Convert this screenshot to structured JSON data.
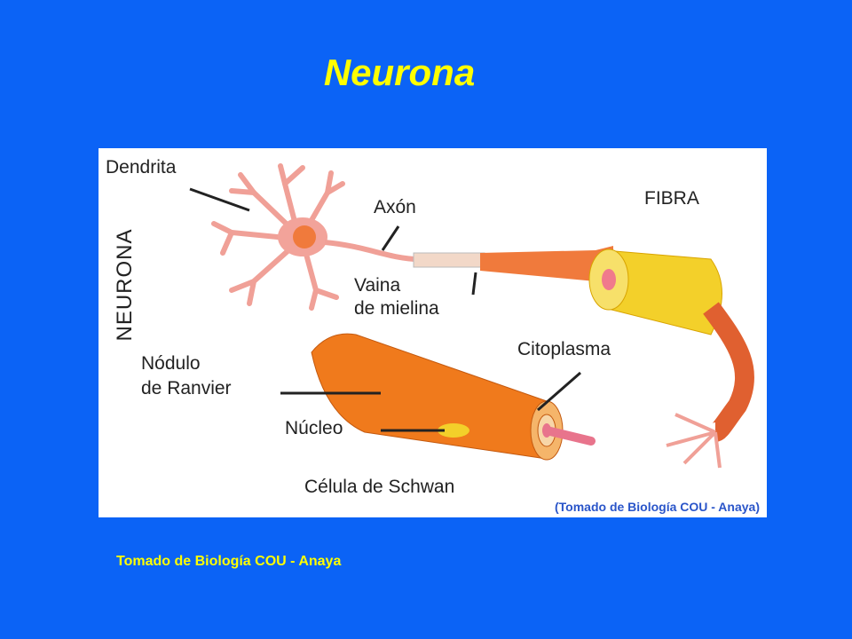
{
  "slide": {
    "title": "Neurona",
    "credit": "Tomado de Biología COU - Anaya"
  },
  "figure": {
    "side_label": "NEURONA",
    "labels": {
      "dendrita": "Dendrita",
      "axon": "Axón",
      "fibra": "FIBRA",
      "vaina_1": "Vaina",
      "vaina_2": "de mielina",
      "nodulo_1": "Nódulo",
      "nodulo_2": "de  Ranvier",
      "citoplasma": "Citoplasma",
      "nucleo": "Núcleo",
      "schwan": "Célula de Schwan"
    },
    "inner_credit": "(Tomado de Biología COU -  Anaya)"
  },
  "colors": {
    "background": "#0b63f6",
    "title": "#ffff00",
    "neuron": "#f2a39a",
    "myelin_yellow": "#f3d02a",
    "schwann_orange": "#f07a1c",
    "axon_pink": "#e8748c"
  }
}
